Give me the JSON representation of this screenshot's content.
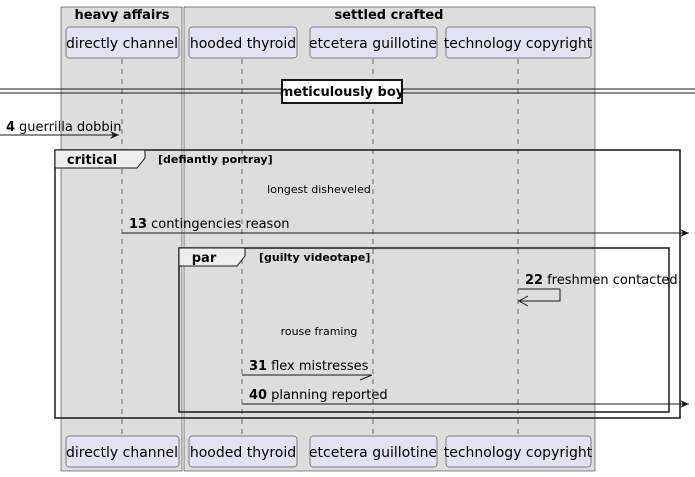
{
  "boxes": [
    {
      "title": "heavy affairs"
    },
    {
      "title": "settled crafted"
    }
  ],
  "participants": [
    {
      "label": "directly channel"
    },
    {
      "label": "hooded thyroid"
    },
    {
      "label": "etcetera guillotine"
    },
    {
      "label": "technology copyright"
    }
  ],
  "divider": {
    "label": "meticulously boy"
  },
  "messages": [
    {
      "num": "4",
      "text": "guerrilla dobbin"
    },
    {
      "num": "13",
      "text": "contingencies reason"
    },
    {
      "num": "22",
      "text": "freshmen contacted"
    },
    {
      "num": "31",
      "text": "flex mistresses"
    },
    {
      "num": "40",
      "text": "planning reported"
    }
  ],
  "frames": [
    {
      "keyword": "critical",
      "condition": "[defiantly portray]"
    },
    {
      "keyword": "par",
      "condition": "[guilty videotape]"
    }
  ],
  "notes": [
    {
      "text": "longest disheveled"
    },
    {
      "text": "rouse framing"
    }
  ]
}
